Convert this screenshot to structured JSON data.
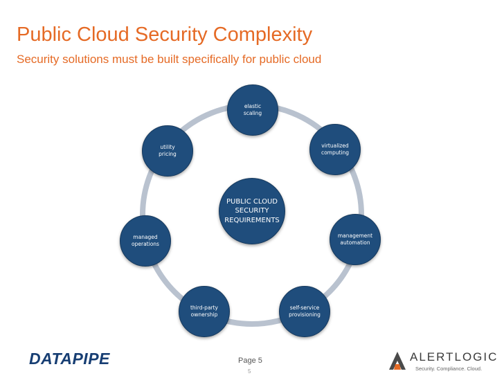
{
  "title": "Public Cloud Security Complexity",
  "subtitle": "Security solutions must be built specifically for public cloud",
  "diagram": {
    "center": "PUBLIC CLOUD\nSECURITY\nREQUIREMENTS",
    "nodes": [
      "elastic\nscaling",
      "virtualized\ncomputing",
      "management\nautomation",
      "self-service\nprovisioning",
      "third-party\nownership",
      "managed\noperations",
      "utility\npricing"
    ]
  },
  "footer": {
    "page_label": "Page 5",
    "page_number": "5"
  },
  "logos": {
    "datapipe": "DATAPIPE",
    "alertlogic": "ALERTLOGIC",
    "alertlogic_tagline": "Security. Compliance. Cloud."
  },
  "colors": {
    "title": "#e56a25",
    "node": "#1f4d7c",
    "ring": "#b9c2cf"
  }
}
